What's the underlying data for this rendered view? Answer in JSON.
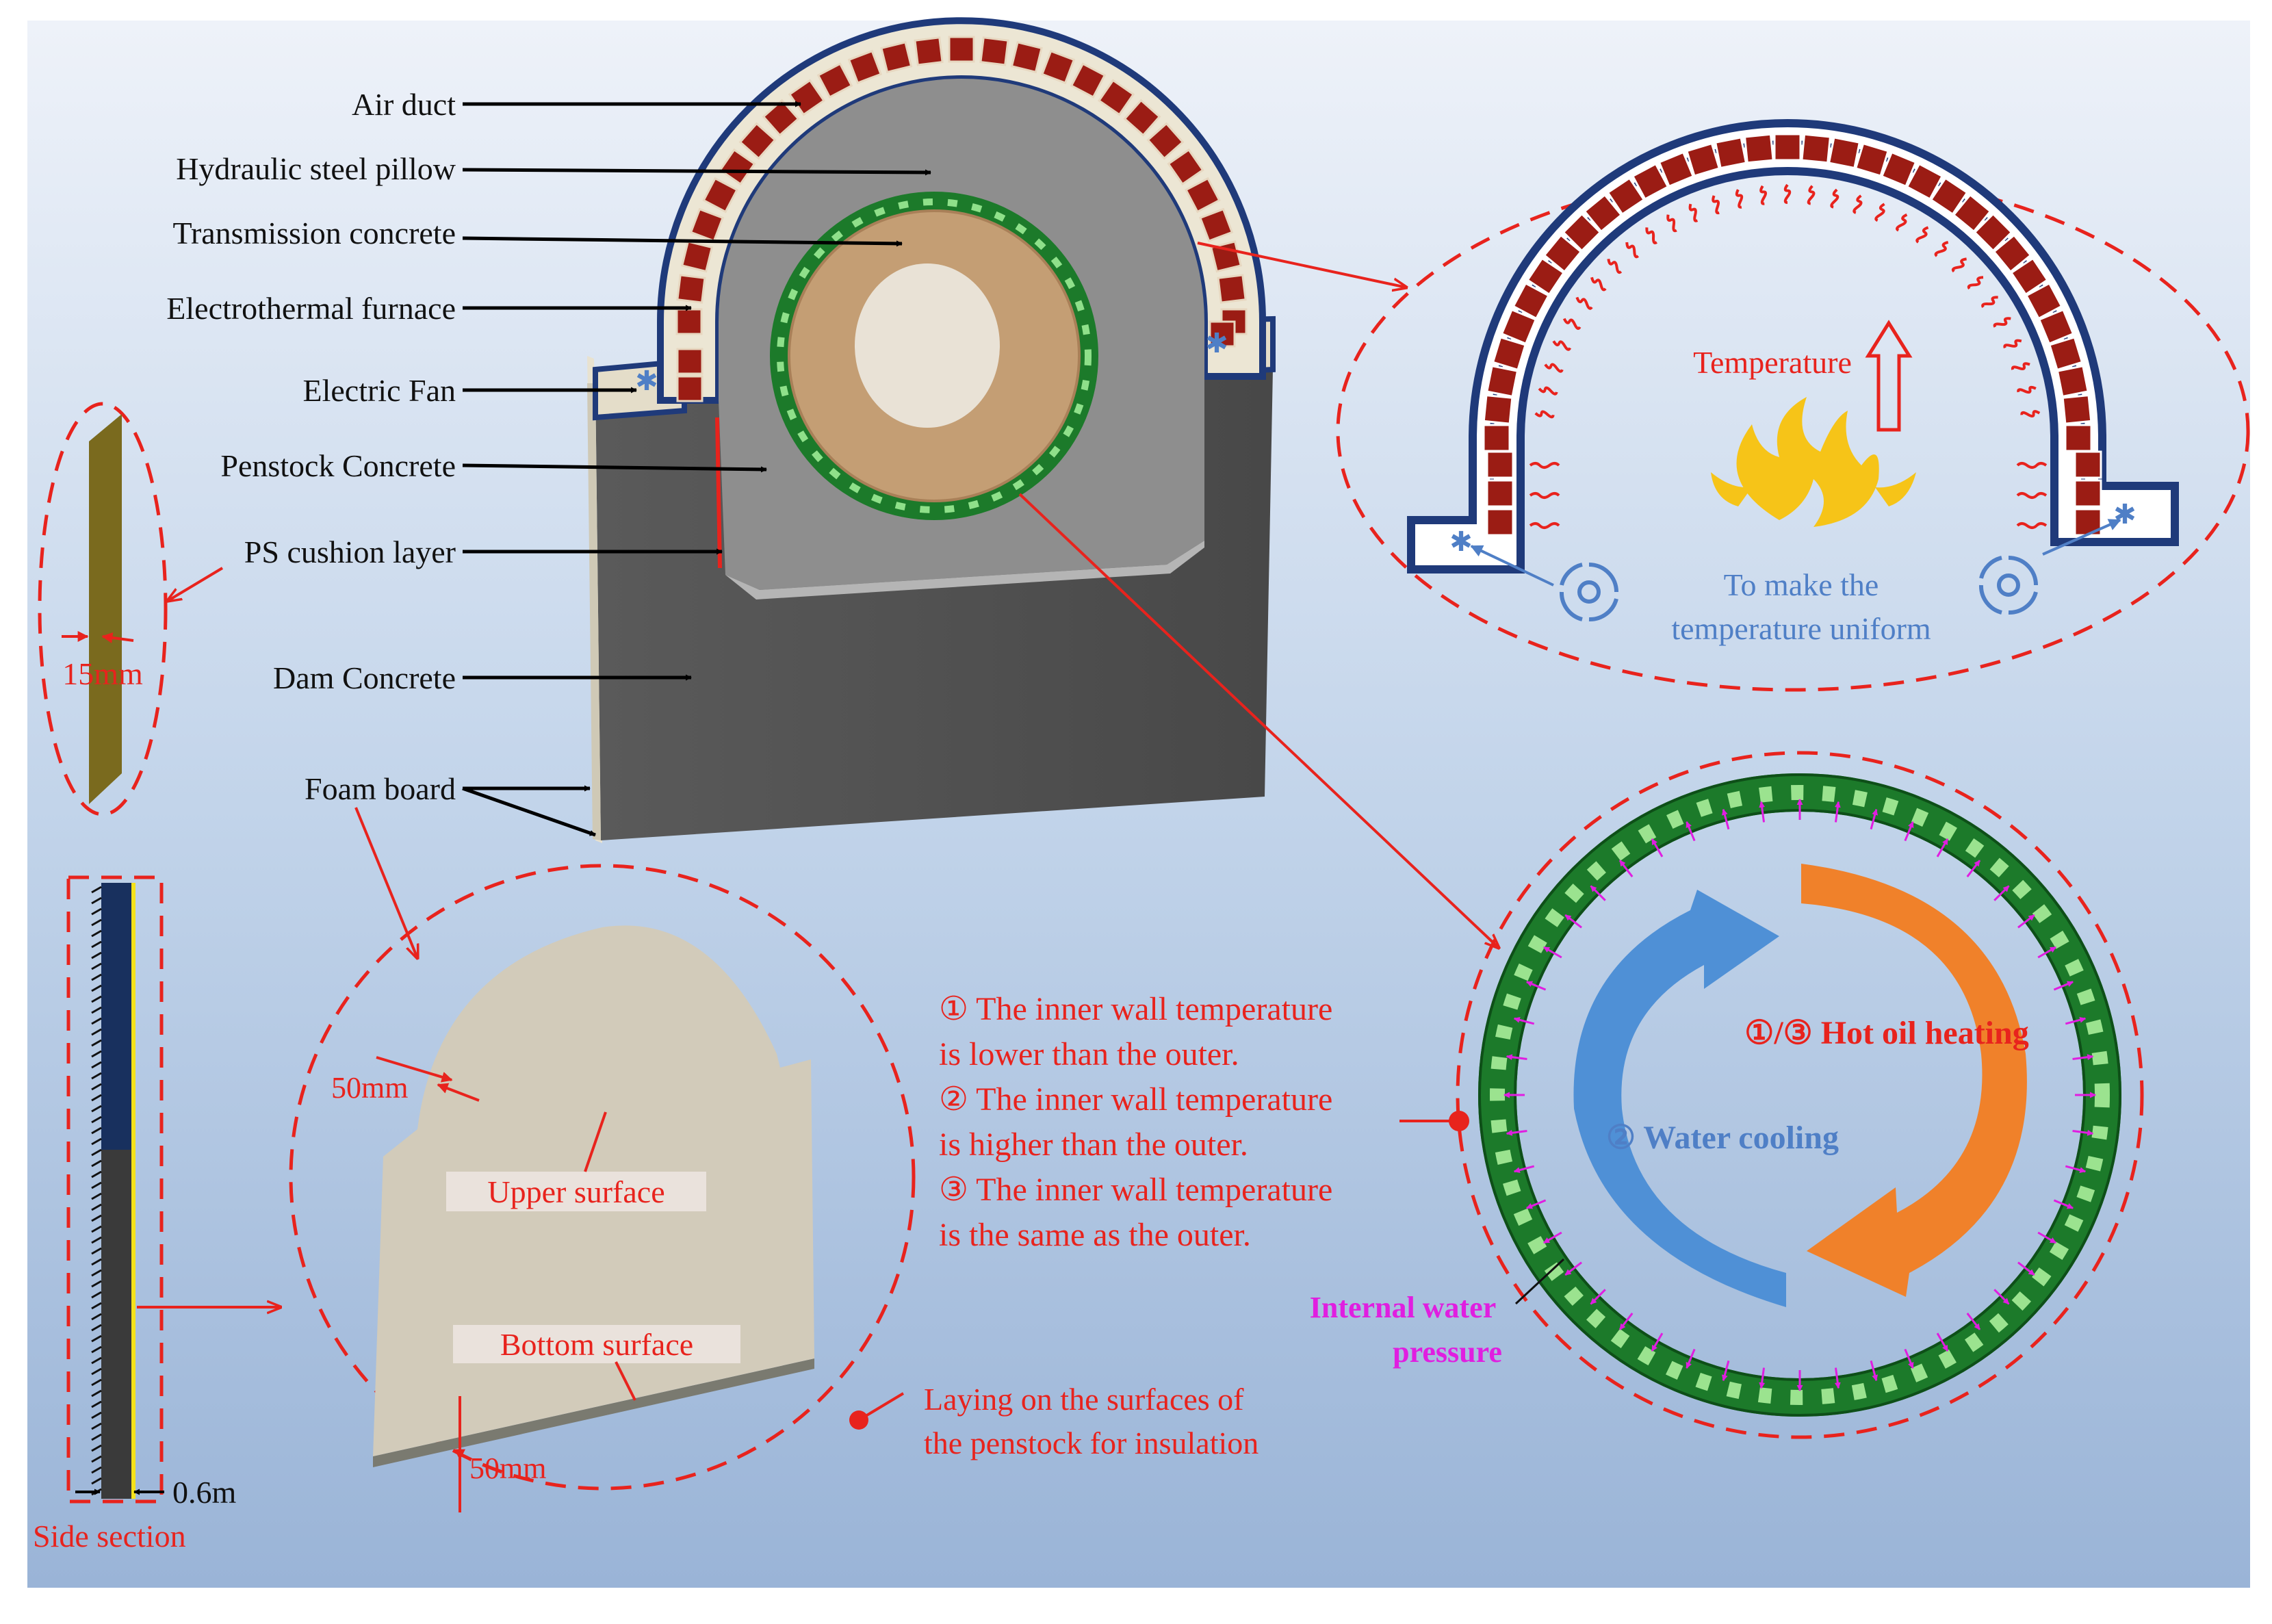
{
  "left_labels": [
    "Air duct",
    "Hydraulic steel pillow",
    "Transmission concrete",
    "Electrothermal furnace",
    "Electric Fan",
    "Penstock Concrete",
    "PS cushion layer",
    "Dam Concrete",
    "Foam board"
  ],
  "ps_thickness": "15mm",
  "side_section": {
    "dimension": "0.6m",
    "label": "Side section"
  },
  "foam_detail": {
    "thickness_top": "50mm",
    "thickness_bottom": "50mm",
    "upper_surface": "Upper surface",
    "bottom_surface": "Bottom surface"
  },
  "laying_note": [
    "Laying on the surfaces of",
    "the penstock for insulation"
  ],
  "furnace_detail": {
    "temperature": "Temperature",
    "uniform": [
      "To make the",
      "temperature uniform"
    ]
  },
  "cases": [
    "① The inner wall temperature",
    "is lower than the outer.",
    "② The inner wall temperature",
    "is higher than the outer.",
    "③ The inner wall temperature",
    "is the same as the outer."
  ],
  "ring_detail": {
    "hot_oil": "①/③ Hot oil heating",
    "water_cooling": "② Water cooling",
    "internal_pressure": [
      "Internal water",
      "pressure"
    ]
  },
  "colors": {
    "annotation_red": "#e8231d",
    "arrow_black": "#000000",
    "water_blue": "#4f7fc6",
    "pressure_magenta": "#e01ee0",
    "ring_green": "#1c7a2a",
    "furnace_red": "#9b1c14"
  }
}
